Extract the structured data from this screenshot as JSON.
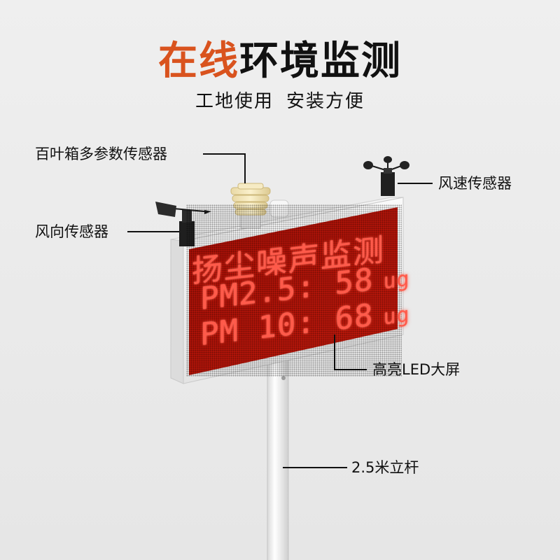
{
  "title": {
    "accent": "在线",
    "rest": "环境监测"
  },
  "subtitle": {
    "part1": "工地使用",
    "part2": "安装方便"
  },
  "labels": {
    "louver_sensor": "百叶箱多参数传感器",
    "wind_speed_sensor": "风速传感器",
    "wind_direction_sensor": "风向传感器",
    "led_screen": "高亮LED大屏",
    "pole": "2.5米立杆"
  },
  "led_display": {
    "row1": "扬尘噪声监测",
    "row2_label": "PM2.5:",
    "row2_value": "58",
    "row2_unit": "ug",
    "row3_label": "PM 10:",
    "row3_value": "68",
    "row3_unit": "ug"
  },
  "colors": {
    "accent": "#d9531e",
    "led": "#ff5a4a",
    "led_bg": "#b8140a"
  }
}
